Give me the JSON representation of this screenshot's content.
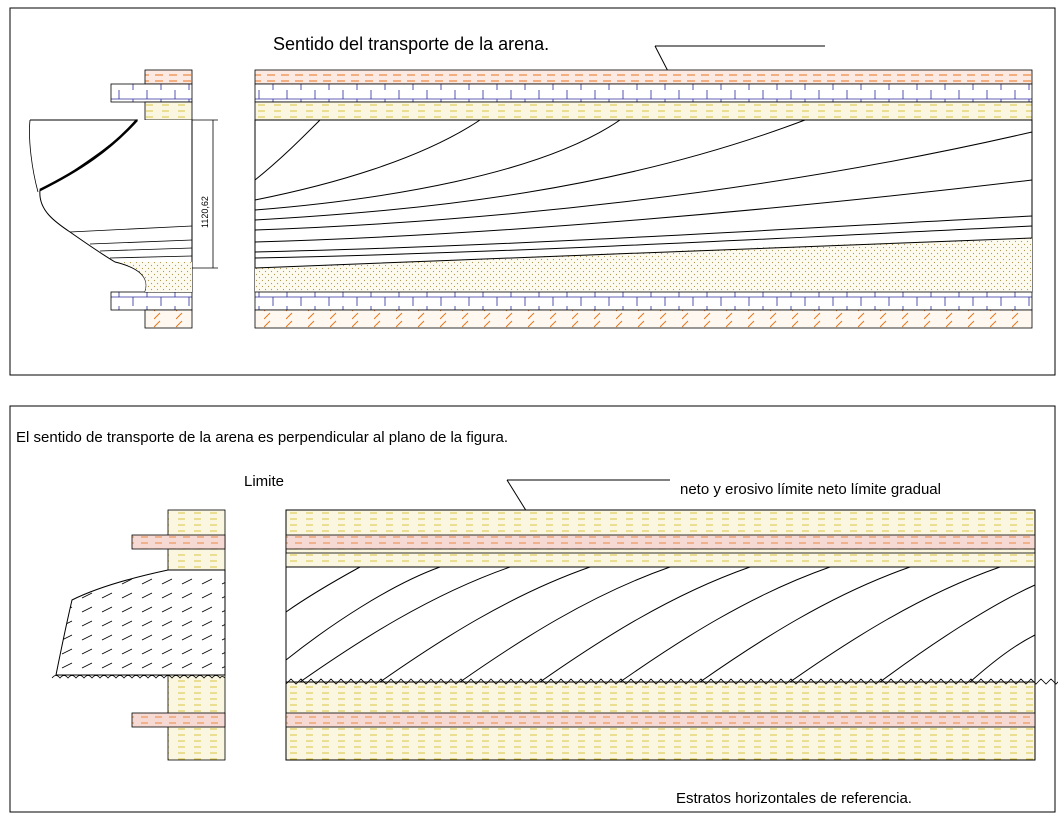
{
  "panels": {
    "top": {
      "title": "Sentido del transporte de la arena.",
      "dimension_label": "1120,62"
    },
    "bottom": {
      "caption": "El sentido de transporte de la arena es perpendicular al plano de la figura.",
      "limit_label": "Limite",
      "limit_types": "neto y erosivo límite neto límite gradual",
      "reference_label": "Estratos horizontales de referencia."
    }
  },
  "colors": {
    "orange": "#e87722",
    "blue": "#2b2b9e",
    "yellow": "#d8c44a",
    "tan": "#f5ecc8",
    "pink": "#f3d0c8"
  }
}
